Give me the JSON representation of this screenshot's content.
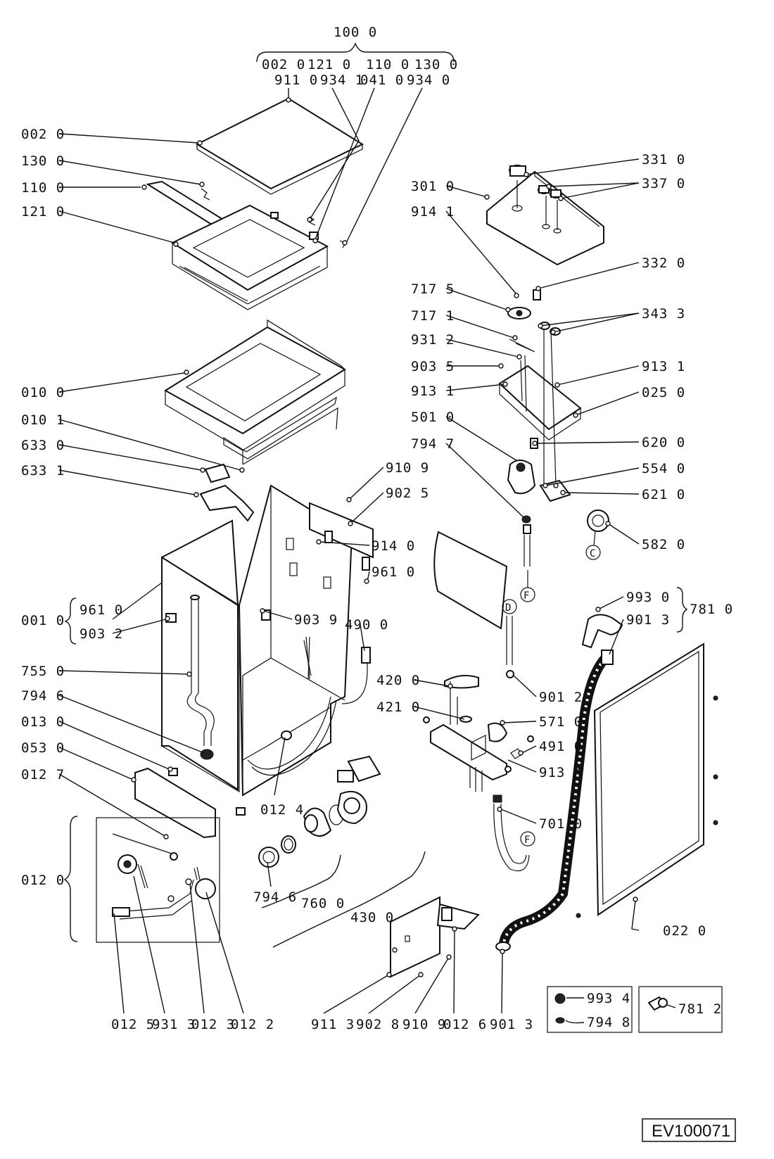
{
  "diagram": {
    "code": "EV100071",
    "top_group": {
      "label": "100 0",
      "members": [
        "002 0",
        "121 0",
        "110 0",
        "130 0"
      ]
    },
    "labels": {
      "l_911_0_top": "911 0",
      "l_934_1": "934 1",
      "l_041_0": "041 0",
      "l_934_0": "934 0",
      "l_002_0": "002 0",
      "l_130_0": "130 0",
      "l_110_0": "110 0",
      "l_121_0": "121 0",
      "l_010_0": "010 0",
      "l_010_1": "010 1",
      "l_633_0": "633 0",
      "l_633_1": "633 1",
      "l_910_9_a": "910 9",
      "l_902_5": "902 5",
      "l_914_0": "914 0",
      "l_961_0_r": "961 0",
      "l_001_0": "001 0",
      "l_961_0_l": "961 0",
      "l_903_2": "903 2",
      "l_903_9": "903 9",
      "l_755_0": "755 0",
      "l_794_6_l": "794 6",
      "l_013_0": "013 0",
      "l_053_0": "053 0",
      "l_012_7": "012 7",
      "l_012_0": "012 0",
      "l_012_4": "012 4",
      "l_490_0": "490 0",
      "l_794_6_b": "794 6",
      "l_760_0": "760 0",
      "l_430_0": "430 0",
      "l_012_5": "012 5",
      "l_931_3": "931 3",
      "l_012_3": "012 3",
      "l_012_2": "012 2",
      "l_911_3": "911 3",
      "l_902_8": "902 8",
      "l_910_9_b": "910 9",
      "l_012_6": "012 6",
      "l_901_3_b": "901 3",
      "l_301_0": "301 0",
      "l_331_0": "331 0",
      "l_337_0": "337 0",
      "l_914_1": "914 1",
      "l_332_0": "332 0",
      "l_717_5": "717 5",
      "l_717_1": "717 1",
      "l_343_3": "343 3",
      "l_931_2": "931 2",
      "l_903_5": "903 5",
      "l_913_1_l": "913 1",
      "l_913_1_r": "913 1",
      "l_025_0": "025 0",
      "l_501_0": "501 0",
      "l_620_0": "620 0",
      "l_794_7": "794 7",
      "l_554_0": "554 0",
      "l_621_0": "621 0",
      "l_582_0": "582 0",
      "l_993_0": "993 0",
      "l_901_3_t": "901 3",
      "l_781_0": "781 0",
      "l_420_0": "420 0",
      "l_421_0": "421 0",
      "l_901_2": "901 2",
      "l_571_0": "571 0",
      "l_491_0": "491 0",
      "l_913_4": "913 4",
      "l_701_0": "701 0",
      "l_022_0": "022 0",
      "l_993_4": "993 4",
      "l_794_8": "794 8",
      "l_781_2": "781 2"
    },
    "connectors": {
      "c": "C",
      "f_a": "F",
      "d": "D",
      "f_b": "F"
    }
  }
}
